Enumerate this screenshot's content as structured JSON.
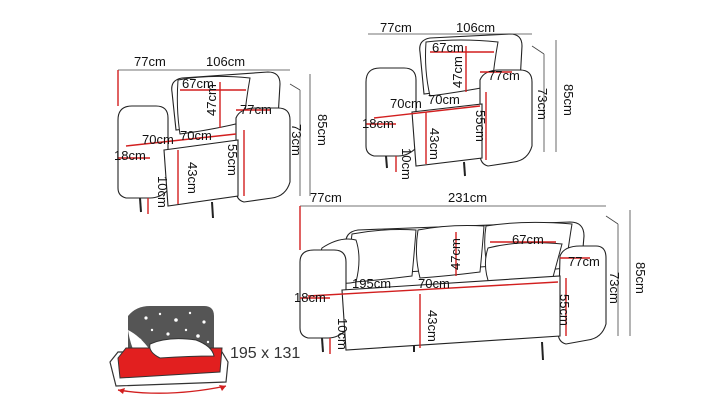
{
  "accent_color": "#d21f1f",
  "bed_size_label": "195 x 131",
  "armchair_left": {
    "width_label": "77cm",
    "depth_label": "106cm",
    "pillow_width_label": "67cm",
    "back_height_label": "47cm",
    "seat_depth_label": "70cm",
    "seat_width_label": "70cm",
    "arm_height_label": "77cm",
    "full_height_label": "85cm",
    "arm_top_label": "73cm",
    "seat_side_label": "55cm",
    "seat_height_label": "43cm",
    "arm_width_label": "18cm",
    "leg_label": "10cm"
  },
  "armchair_right": {
    "width_label": "77cm",
    "depth_label": "106cm",
    "pillow_width_label": "67cm",
    "back_height_label": "47cm",
    "seat_depth_label": "70cm",
    "seat_width_label": "70cm",
    "arm_height_label": "77cm",
    "full_height_label": "85cm",
    "arm_top_label": "73cm",
    "seat_side_label": "55cm",
    "seat_height_label": "43cm",
    "arm_width_label": "18cm",
    "leg_label": "10cm"
  },
  "sofa": {
    "depth_label": "77cm",
    "width_label": "231cm",
    "pillow_width_label": "67cm",
    "back_height_label": "47cm",
    "seat_width_label": "195cm",
    "seat_depth_label": "70cm",
    "arm_height_label": "77cm",
    "full_height_label": "85cm",
    "arm_top_label": "73cm",
    "seat_side_label": "55cm",
    "seat_height_label": "43cm",
    "arm_width_label": "18cm",
    "leg_label": "10cm"
  }
}
